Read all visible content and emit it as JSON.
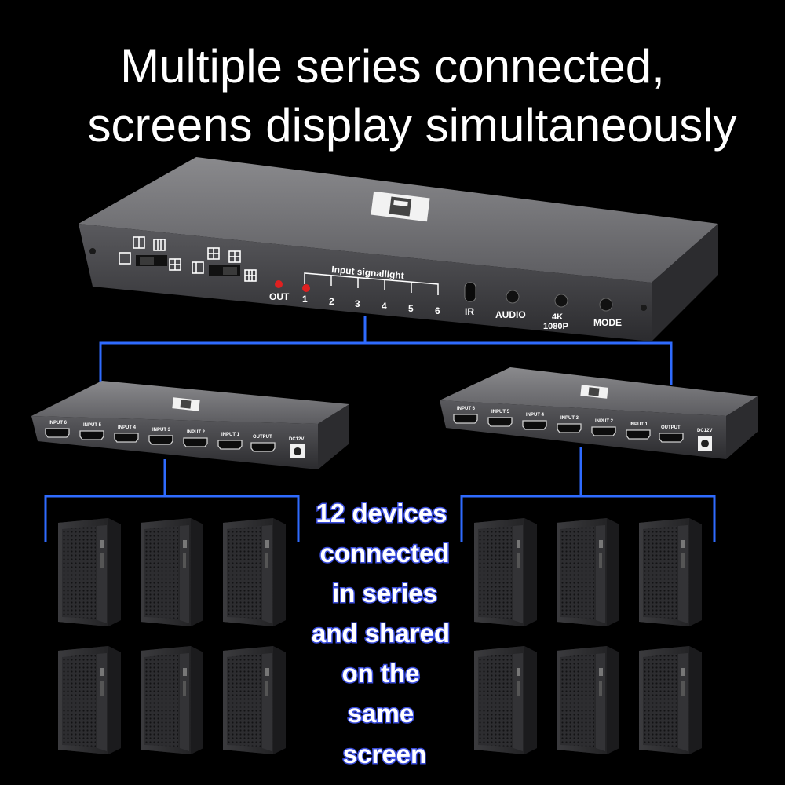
{
  "headline": {
    "line1": "Multiple series connected,",
    "line2": "screens display simultaneously"
  },
  "main_device": {
    "out_label": "OUT",
    "signal_title": "Input signallight",
    "signal_numbers": [
      "1",
      "2",
      "3",
      "4",
      "5",
      "6"
    ],
    "ir_label": "IR",
    "audio_label": "AUDIO",
    "res_label_1": "4K",
    "res_label_2": "1080P",
    "mode_label": "MODE"
  },
  "sub_device": {
    "port_labels": [
      "INPUT 6",
      "INPUT 5",
      "INPUT 4",
      "INPUT 3",
      "INPUT 2",
      "INPUT 1",
      "OUTPUT"
    ],
    "power_label": "DC12V"
  },
  "caption_lines": [
    "12 devices",
    "connected",
    "in series",
    "and shared",
    "on the",
    "same",
    "screen"
  ],
  "colors": {
    "background": "#000000",
    "connector": "#2f6bff",
    "caption_outline": "#3a4ddd",
    "led_red": "#e02020"
  },
  "icons": [
    "logo-icon",
    "layout-mode-icon",
    "computer-tower-icon",
    "hdmi-port-icon"
  ]
}
